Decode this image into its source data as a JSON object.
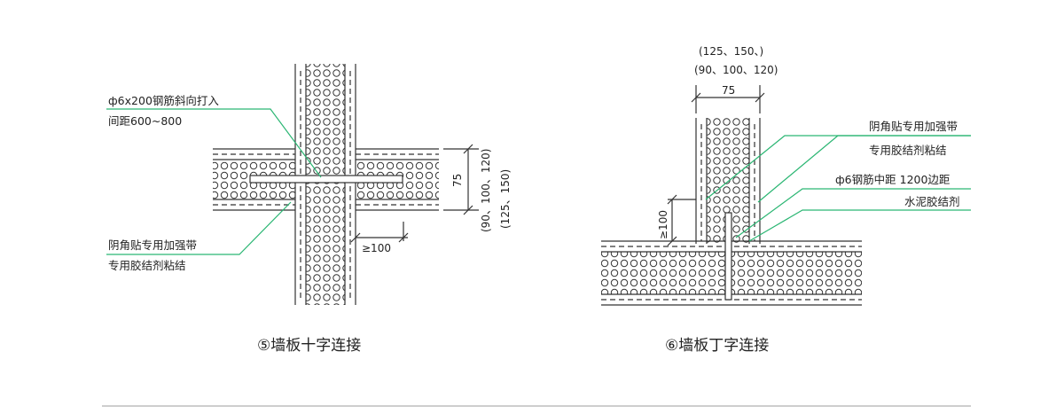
{
  "diagram_left": {
    "caption": "⑤墙板十字连接",
    "note_rebar_line1": "ф6x200钢筋斜向打入",
    "note_rebar_line2": "间距600~800",
    "note_tape_line1": "阴角贴专用加强带",
    "note_tape_line2": "专用胶结剂粘结",
    "dim_wall_thickness": "75",
    "dim_option_a": "(90、100、120)",
    "dim_option_b": "(125、150)",
    "dim_min": "≥100"
  },
  "diagram_right": {
    "caption": "⑥墙板丁字连接",
    "dim_option_b": "(125、150、)",
    "dim_option_a": "(90、100、120)",
    "dim_wall_thickness": "75",
    "dim_min": "≥100",
    "note_tape_line1": "阴角贴专用加强带",
    "note_tape_line2": "专用胶结剂粘结",
    "note_rebar": "ф6钢筋中距  1200边距",
    "note_cement": "水泥胶结剂"
  },
  "colors": {
    "leader": "#2bb673",
    "line": "#333333",
    "divider": "#bdbdbd"
  }
}
